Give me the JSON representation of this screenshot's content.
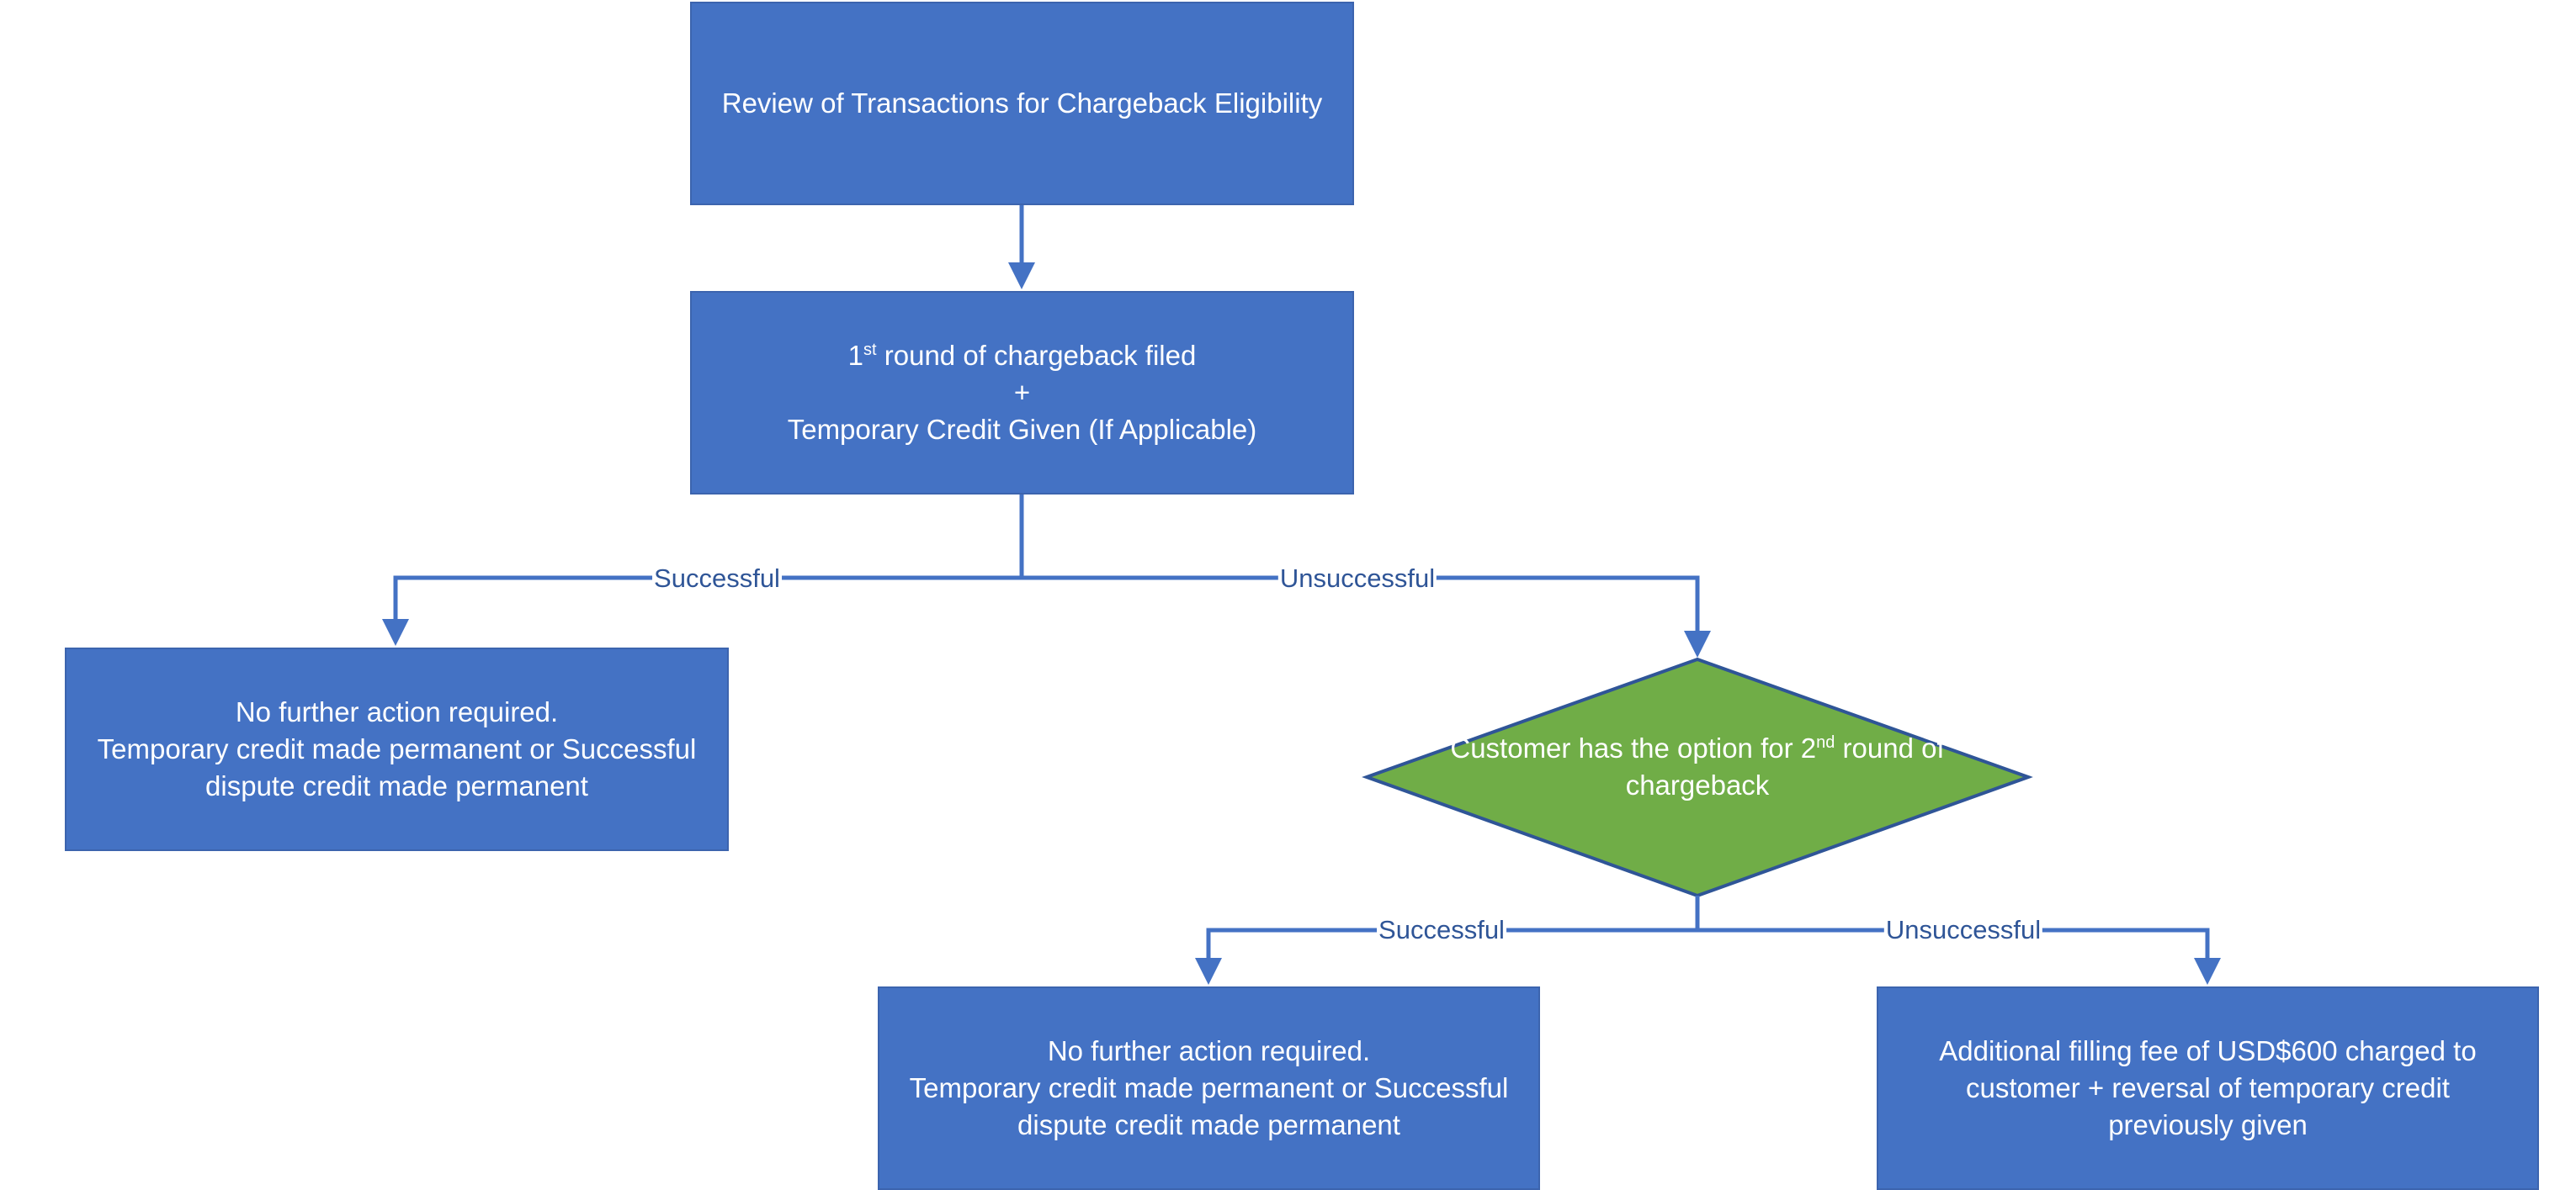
{
  "diagram": {
    "title": "Chargeback process flowchart",
    "colors": {
      "process_fill": "#4472C4",
      "decision_fill": "#70AD47",
      "connector": "#4472C4",
      "decision_border": "#2F5597",
      "label_text": "#2F5597",
      "node_text": "#FFFFFF"
    },
    "nodes": {
      "review": {
        "text": "Review of Transactions for Chargeback Eligibility"
      },
      "first_round": {
        "line1_prefix": "1",
        "line1_sup": "st",
        "line1_rest": " round of chargeback filed",
        "line2": "+",
        "line3": "Temporary Credit Given (If Applicable)"
      },
      "first_success": {
        "line1": "No further action required.",
        "line2": "Temporary credit made permanent or Successful dispute credit made permanent"
      },
      "decision": {
        "prefix": "Customer has the option for 2",
        "sup": "nd",
        "rest": " round of chargeback"
      },
      "second_success": {
        "line1": "No further action required.",
        "line2": "Temporary credit made permanent or Successful dispute credit made permanent"
      },
      "second_fail": {
        "text": "Additional filling fee of USD$600 charged to customer + reversal of temporary credit previously given"
      }
    },
    "edges": [
      {
        "from": "review",
        "to": "first_round",
        "label": ""
      },
      {
        "from": "first_round",
        "to": "first_success",
        "label": "Successful"
      },
      {
        "from": "first_round",
        "to": "decision",
        "label": "Unsuccessful"
      },
      {
        "from": "decision",
        "to": "second_success",
        "label": "Successful"
      },
      {
        "from": "decision",
        "to": "second_fail",
        "label": "Unsuccessful"
      }
    ]
  }
}
